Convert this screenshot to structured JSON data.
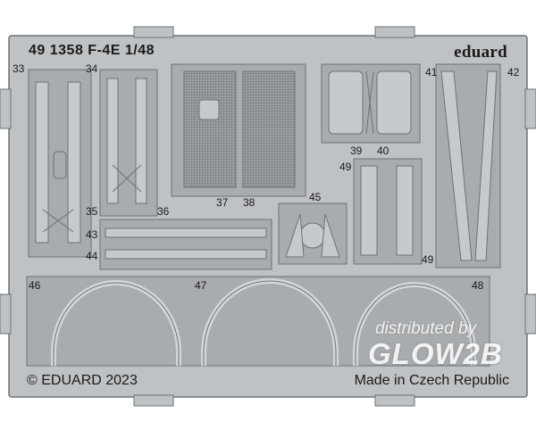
{
  "header": {
    "product_code": "49 1358 F-4E 1/48",
    "brand": "eduard"
  },
  "footer": {
    "copyright": "© EDUARD 2023",
    "origin": "Made in Czech Republic"
  },
  "watermark": {
    "line1": "distributed by",
    "line2": "GLOW2B"
  },
  "part_numbers": {
    "p33": "33",
    "p34": "34",
    "p35": "35",
    "p36": "36",
    "p37": "37",
    "p38": "38",
    "p39": "39",
    "p40": "40",
    "p41": "41",
    "p42": "42",
    "p43": "43",
    "p44": "44",
    "p45": "45",
    "p46": "46",
    "p47": "47",
    "p48": "48",
    "p49a": "49",
    "p49b": "49"
  },
  "colors": {
    "fret": "#bfc2c5",
    "fret_edge": "#6e7174",
    "part": "#a9acaf",
    "mesh": "#8a8d90",
    "text": "#1a1a1a"
  }
}
